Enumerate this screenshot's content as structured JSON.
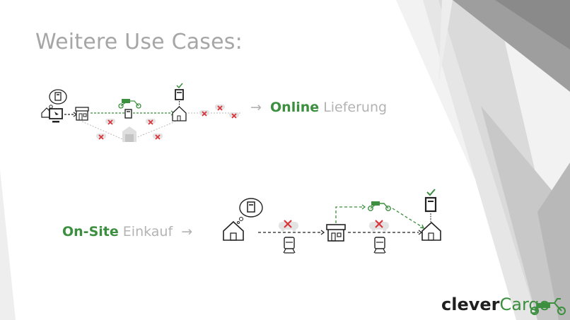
{
  "slide": {
    "title": "Weitere Use Cases:",
    "online": {
      "arrow": "→",
      "strong": "Online",
      "rest": "Lieferung"
    },
    "onsite": {
      "strong": "On-Site",
      "rest": "Einkauf",
      "arrow": "→"
    },
    "logo": {
      "part1": "clever",
      "part2": "Cargo"
    }
  },
  "colors": {
    "accent_green": "#3b8f3f",
    "title_gray": "#a6a6a6",
    "cross_red": "#d9343a"
  },
  "icons": [
    "computer-icon",
    "thought-bubble-icon",
    "book-icon",
    "store-icon",
    "cargo-bike-icon",
    "house-icon",
    "warehouse-icon",
    "car-icon",
    "train-icon",
    "check-icon",
    "cross-icon"
  ]
}
